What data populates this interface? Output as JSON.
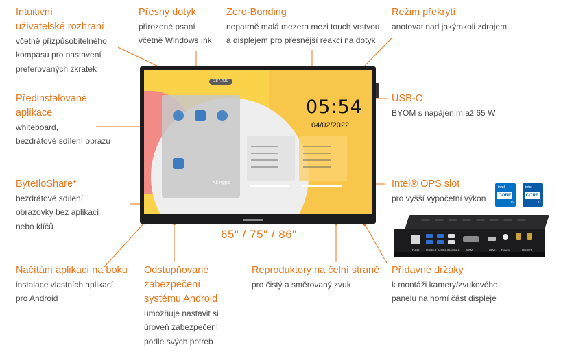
{
  "callouts": {
    "intuitive": {
      "title": [
        "Intuitivní",
        "uživatelské rozhraní"
      ],
      "desc": [
        "včetně přizpůsobitelného",
        "kompasu pro nastavení",
        "preferovaných zkratek"
      ]
    },
    "pen": {
      "title": "Přesný dotyk",
      "desc": [
        "přirozené psaní",
        "včetně Windows Ink"
      ]
    },
    "bonding": {
      "title": "Zero-Bonding",
      "desc": [
        "nepatrně malá mezera mezi touch vrstvou",
        "a displejem pro přesnější reakci na dotyk"
      ]
    },
    "overlay": {
      "title": "Režim překrytí",
      "desc": [
        "anotovat nad jakýmkoli zdrojem"
      ]
    },
    "apps": {
      "title": [
        "Předinstalované",
        "aplikace"
      ],
      "desc": [
        "whiteboard,",
        "bezdrátové sdílení obrazu"
      ]
    },
    "usbc": {
      "title": "USB-C",
      "desc": [
        "BYOM s napájením až 65 W"
      ]
    },
    "share": {
      "title": "ByteIloShare*",
      "desc": [
        "bezdrátové sdílení",
        "obrazovky bez aplikací",
        "nebo klíčů"
      ]
    },
    "ops": {
      "title": "Intel® OPS slot",
      "desc": [
        "pro vyšší výpočetní výkon"
      ]
    },
    "sideload": {
      "title": "Načítání aplikací na boku",
      "desc": [
        "instalace vlastních aplikací",
        "pro Android"
      ]
    },
    "security": {
      "title": [
        "Odstupňované",
        "zabezpečení",
        "systému Android"
      ],
      "desc": [
        "umožňuje nastavit si",
        "úroveň zabezpečení",
        "podle svých potřeb"
      ]
    },
    "speakers": {
      "title": "Reproduktory na čelní straně",
      "desc": [
        "pro čistý a směrovaný zvuk"
      ]
    },
    "brackets": {
      "title": "Přídavné držáky",
      "desc": [
        "k montáži kamery/zvukového",
        "panelu na horní část displeje"
      ]
    }
  },
  "sizes": "65\" / 75\" / 86\"",
  "screen": {
    "clock": "05:54",
    "date": "04/02/2022",
    "status": "287.420",
    "all_apps": "All Apps"
  },
  "badges": [
    {
      "intel": "intel",
      "core": "CORE",
      "gen": "i5",
      "color": "#0071c5"
    },
    {
      "intel": "intel",
      "core": "CORE",
      "gen": "i7",
      "color": "#0a5aa8"
    }
  ],
  "ops_ports": [
    "RJ45",
    "USB3.0",
    "USB3.0",
    "USB2.0",
    "COM",
    "HDMI",
    "Power",
    "RESET"
  ],
  "colors": {
    "accent": "#e8761c",
    "text": "#4a4a4a",
    "bezel": "#1c1c1e"
  }
}
